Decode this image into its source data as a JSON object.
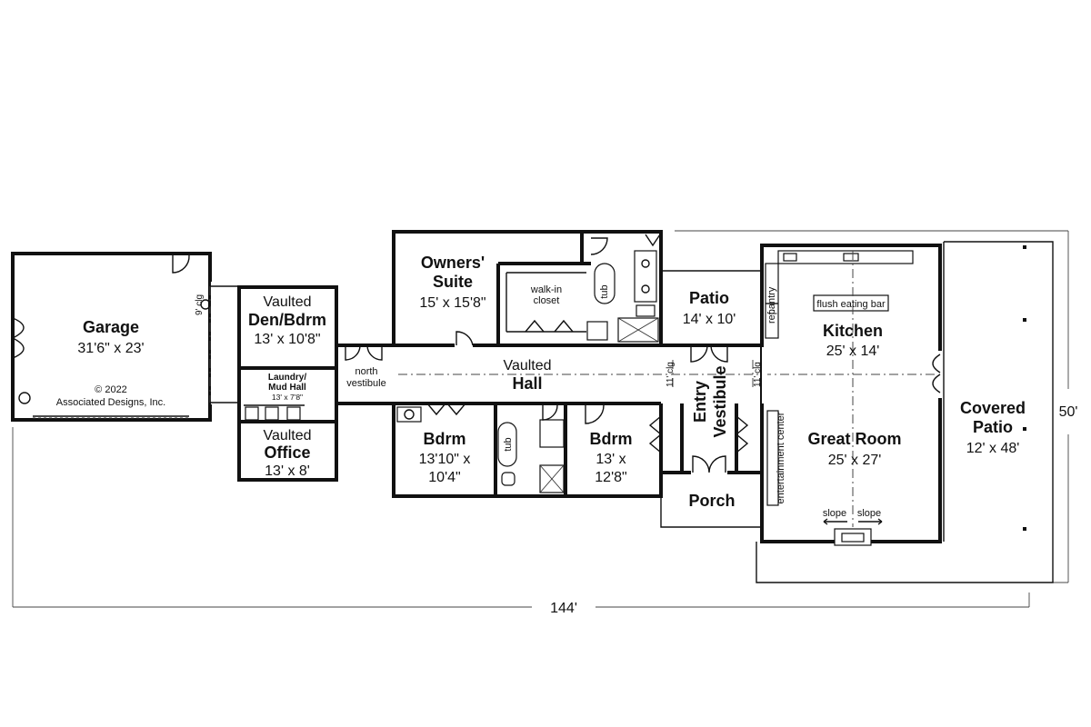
{
  "rooms": {
    "garage": {
      "name": "Garage",
      "size": "31'6\" x 23'"
    },
    "den": {
      "line1": "Vaulted",
      "line2": "Den/Bdrm",
      "size": "13' x 10'8\""
    },
    "laundry": {
      "line1": "Laundry/",
      "line2": "Mud Hall",
      "size": "13' x 7'8\""
    },
    "office": {
      "line1": "Vaulted",
      "line2": "Office",
      "size": "13' x 8'"
    },
    "owners": {
      "line1": "Owners'",
      "line2": "Suite",
      "size": "15' x 15'8\""
    },
    "closet": {
      "line1": "walk-in",
      "line2": "closet"
    },
    "hall": {
      "line1": "Vaulted",
      "line2": "Hall"
    },
    "bdrm1": {
      "name": "Bdrm",
      "size1": "13'10\" x",
      "size2": "10'4\""
    },
    "bdrm2": {
      "name": "Bdrm",
      "size1": "13' x",
      "size2": "12'8\""
    },
    "patio": {
      "name": "Patio",
      "size": "14' x 10'"
    },
    "entry": {
      "line1": "Entry",
      "line2": "Vestibule"
    },
    "porch": {
      "name": "Porch"
    },
    "kitchen": {
      "name": "Kitchen",
      "size": "25' x 14'"
    },
    "great": {
      "name": "Great Room",
      "size": "25' x 27'"
    },
    "covered": {
      "line1": "Covered",
      "line2": "Patio",
      "size": "12' x 48'"
    }
  },
  "labels": {
    "tub": "tub",
    "north_vestibule_1": "north",
    "north_vestibule_2": "vestibule",
    "garage_clg": "9' clg",
    "hall_clg": "11' clg",
    "entry_clg": "11' clg",
    "pantry": "pantry",
    "ref": "ref.",
    "eating_bar": "flush eating bar",
    "entertainment": "entertainment center",
    "slope_left": "slope",
    "slope_right": "slope"
  },
  "copyright": {
    "line1": "© 2022",
    "line2": "Associated Designs, Inc."
  },
  "dimensions": {
    "width": "144'",
    "depth": "50'"
  }
}
